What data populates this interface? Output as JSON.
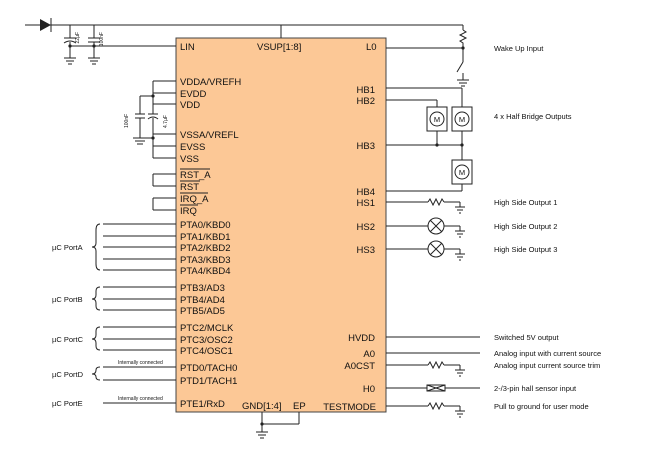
{
  "chip": {
    "fill": "#fcc896",
    "top_pins": {
      "lin": "LIN",
      "vsup": "VSUP[1:8]",
      "l0": "L0"
    },
    "left_pins": [
      "VDDA/VREFH",
      "EVDD",
      "VDD",
      "VSSA/VREFL",
      "EVSS",
      "VSS",
      "RST_A",
      "RST",
      "IRQ_A",
      "IRQ",
      "PTA0/KBD0",
      "PTA1/KBD1",
      "PTA2/KBD2",
      "PTA3/KBD3",
      "PTA4/KBD4",
      "PTB3/AD3",
      "PTB4/AD4",
      "PTB5/AD5",
      "PTC2/MCLK",
      "PTC3/OSC2",
      "PTC4/OSC1",
      "PTD0/TACH0",
      "PTD1/TACH1",
      "PTE1/RxD"
    ],
    "right_pins": [
      "HB1",
      "HB2",
      "HB3",
      "HB4",
      "HS1",
      "HS2",
      "HS3",
      "HVDD",
      "A0",
      "A0CST",
      "H0",
      "TESTMODE"
    ],
    "bottom_pins": {
      "gnd": "GND[1:4]",
      "ep": "EP"
    }
  },
  "capacitors": {
    "c1": "22µF",
    "c2": "100nF",
    "c3": "100nF",
    "c4": "4.7µF"
  },
  "port_labels": [
    "µC PortA",
    "µC PortB",
    "µC PortC",
    "µC PortD",
    "µC PortE"
  ],
  "internal_notes": [
    "Internally connected",
    "Internally connected"
  ],
  "motor_label": "M",
  "outputs": {
    "wake_up": "Wake Up Input",
    "half_bridge": "4 x Half Bridge Outputs",
    "hs1": "High Side Output 1",
    "hs2": "High Side Output 2",
    "hs3": "High Side Output 3",
    "hvdd": "Switched 5V output",
    "a0": "Analog input with current source",
    "a0cst": "Analog input current source trim",
    "h0": "2-/3-pin hall sensor input",
    "testmode": "Pull to ground for user mode"
  }
}
